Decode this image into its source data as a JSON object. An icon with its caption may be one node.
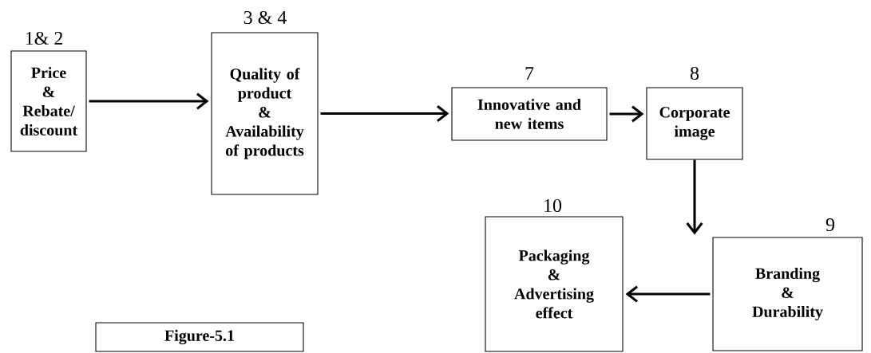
{
  "diagram": {
    "nodes": [
      {
        "text": [
          "Price",
          "&",
          "Rebate/ discount"
        ],
        "beside": [
          "1& 2"
        ]
      },
      {
        "text": [
          "Quality of product",
          "&",
          "Availability of products"
        ],
        "beside": [
          "3 & 4"
        ]
      },
      {
        "text": [
          "Innovative and new items"
        ],
        "beside": [
          "7"
        ]
      },
      {
        "text": [
          "Corporate image"
        ],
        "beside": [
          "8"
        ]
      },
      {
        "text": [
          "Branding",
          "&",
          "Durability"
        ],
        "beside": [
          "9"
        ]
      },
      {
        "text": [
          "Packaging",
          "&",
          "Advertising effect"
        ],
        "beside": [
          "10"
        ]
      },
      {
        "text": [
          "Figure-5.1"
        ]
      }
    ],
    "edges": [
      {
        "from": 0,
        "to": 1,
        "arrow": "to"
      },
      {
        "from": 1,
        "to": 2,
        "arrow": "to"
      },
      {
        "from": 2,
        "to": 3,
        "arrow": "to"
      },
      {
        "from": 3,
        "to": 4,
        "arrow": "to"
      },
      {
        "from": 4,
        "to": 5,
        "arrow": "to"
      }
    ]
  }
}
